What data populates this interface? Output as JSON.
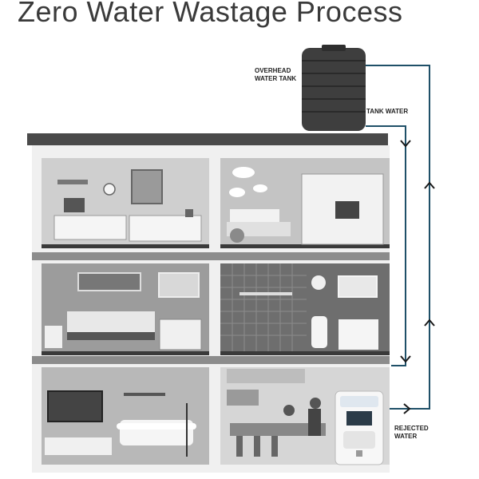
{
  "title": "Zero Water Wastage Process",
  "labels": {
    "tank_line1": "OVERHEAD",
    "tank_line2": "WATER TANK",
    "tank_water": "TANK WATER",
    "rejected_line1": "REJECTED",
    "rejected_line2": "WATER"
  },
  "colors": {
    "pipe": "#1f5068",
    "house_dark": "#4a4a4a",
    "wall_gray": "#8a8a8a",
    "room_light": "#d6d6d6"
  }
}
